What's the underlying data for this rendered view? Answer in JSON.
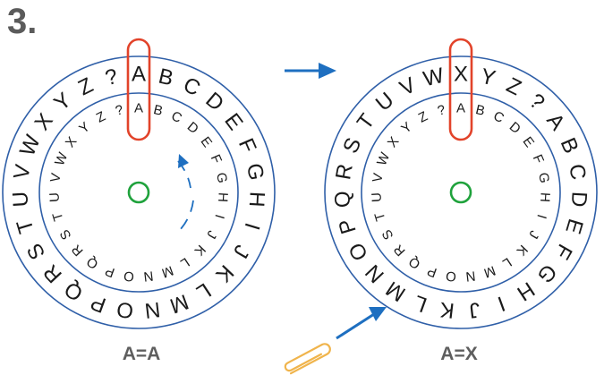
{
  "step_number": "3.",
  "wheels": [
    {
      "id": "left",
      "outer_letters": [
        "A",
        "B",
        "C",
        "D",
        "E",
        "F",
        "G",
        "H",
        "I",
        "J",
        "K",
        "L",
        "M",
        "N",
        "O",
        "P",
        "Q",
        "R",
        "S",
        "T",
        "U",
        "V",
        "W",
        "X",
        "Y",
        "Z",
        "?"
      ],
      "inner_letters": [
        "A",
        "B",
        "C",
        "D",
        "E",
        "F",
        "G",
        "H",
        "I",
        "J",
        "K",
        "L",
        "M",
        "N",
        "O",
        "P",
        "Q",
        "R",
        "S",
        "T",
        "U",
        "V",
        "W",
        "X",
        "Y",
        "Z",
        "?"
      ],
      "outer_letter_at_marker": "A",
      "inner_letter_at_marker": "A",
      "rotation_arrow": true,
      "caption": "A=A"
    },
    {
      "id": "right",
      "outer_letters": [
        "X",
        "Y",
        "Z",
        "?",
        "A",
        "B",
        "C",
        "D",
        "E",
        "F",
        "G",
        "H",
        "I",
        "J",
        "K",
        "L",
        "M",
        "N",
        "O",
        "P",
        "Q",
        "R",
        "S",
        "T",
        "U",
        "V",
        "W"
      ],
      "inner_letters": [
        "A",
        "B",
        "C",
        "D",
        "E",
        "F",
        "G",
        "H",
        "I",
        "J",
        "K",
        "L",
        "M",
        "N",
        "O",
        "P",
        "Q",
        "R",
        "S",
        "T",
        "U",
        "V",
        "W",
        "X",
        "Y",
        "Z",
        "?"
      ],
      "outer_letter_at_marker": "X",
      "inner_letter_at_marker": "A",
      "rotation_arrow": false,
      "caption": "A=X"
    }
  ],
  "colors": {
    "ring": "#2f5fa8",
    "marker": "#e2432a",
    "center": "#1fa23c",
    "arrow": "#1e6fc0",
    "paperclip": "#f0b44c",
    "caption": "#5e5e5e"
  },
  "icons": [
    "right-arrow-icon",
    "paperclip-icon"
  ]
}
